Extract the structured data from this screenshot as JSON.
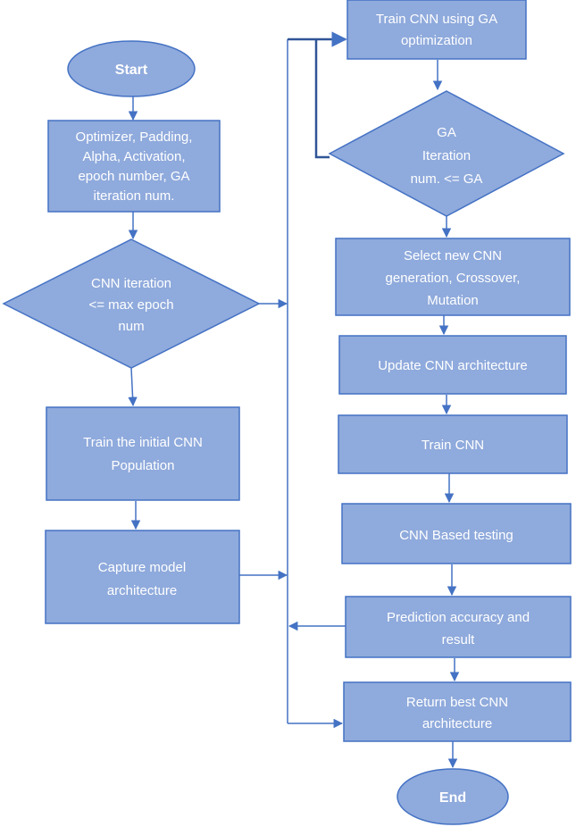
{
  "nodes": {
    "start": "Start",
    "params": [
      "Optimizer, Padding,",
      "Alpha, Activation,",
      "epoch number, GA",
      "iteration num."
    ],
    "cnn_iteration": [
      "CNN iteration",
      "<= max epoch",
      "num"
    ],
    "train_initial": [
      "Train the initial CNN",
      "Population"
    ],
    "capture_model": [
      "Capture model",
      "architecture"
    ],
    "train_ga": [
      "Train CNN using GA",
      "optimization"
    ],
    "ga_iteration": [
      "GA",
      "Iteration",
      "num. <= GA"
    ],
    "select_generation": [
      "Select new CNN",
      "generation, Crossover,",
      "Mutation"
    ],
    "update_arch": "Update CNN architecture",
    "train_cnn": "Train CNN",
    "cnn_testing": "CNN Based testing",
    "prediction": [
      "Prediction  accuracy and",
      "result"
    ],
    "return_best": [
      "Return best CNN",
      "architecture"
    ],
    "end": "End"
  },
  "colors": {
    "fill": "#8faadc",
    "stroke": "#4472c4",
    "text": "#ffffff",
    "connector": "#4472c4"
  }
}
